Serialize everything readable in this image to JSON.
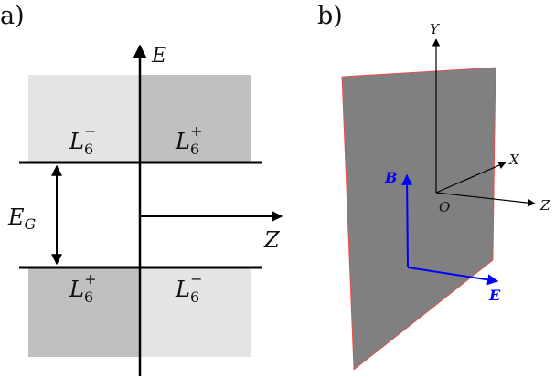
{
  "panel_a": {
    "tag": "a)",
    "energy_axis_label": "E",
    "z_axis_label": "Z",
    "gap_label_main": "E",
    "gap_label_sub": "G",
    "bands": {
      "upper_left": {
        "base": "L",
        "sub": "6",
        "sup": "−"
      },
      "upper_right": {
        "base": "L",
        "sub": "6",
        "sup": "+"
      },
      "lower_left": {
        "base": "L",
        "sub": "6",
        "sup": "+"
      },
      "lower_right": {
        "base": "L",
        "sub": "6",
        "sup": "−"
      }
    },
    "colors": {
      "light_band": "#e3e4e5",
      "dark_band": "#c0c0c0",
      "lines": "#000000"
    }
  },
  "panel_b": {
    "tag": "b)",
    "axes": {
      "y": "Y",
      "x": "X",
      "z": "Z",
      "origin": "O"
    },
    "field_vectors": {
      "b": "B",
      "e": "E"
    },
    "colors": {
      "plane": "#808080",
      "plane_edge": "#ff3333",
      "vectors": "#0000ff",
      "axes": "#000000"
    }
  }
}
